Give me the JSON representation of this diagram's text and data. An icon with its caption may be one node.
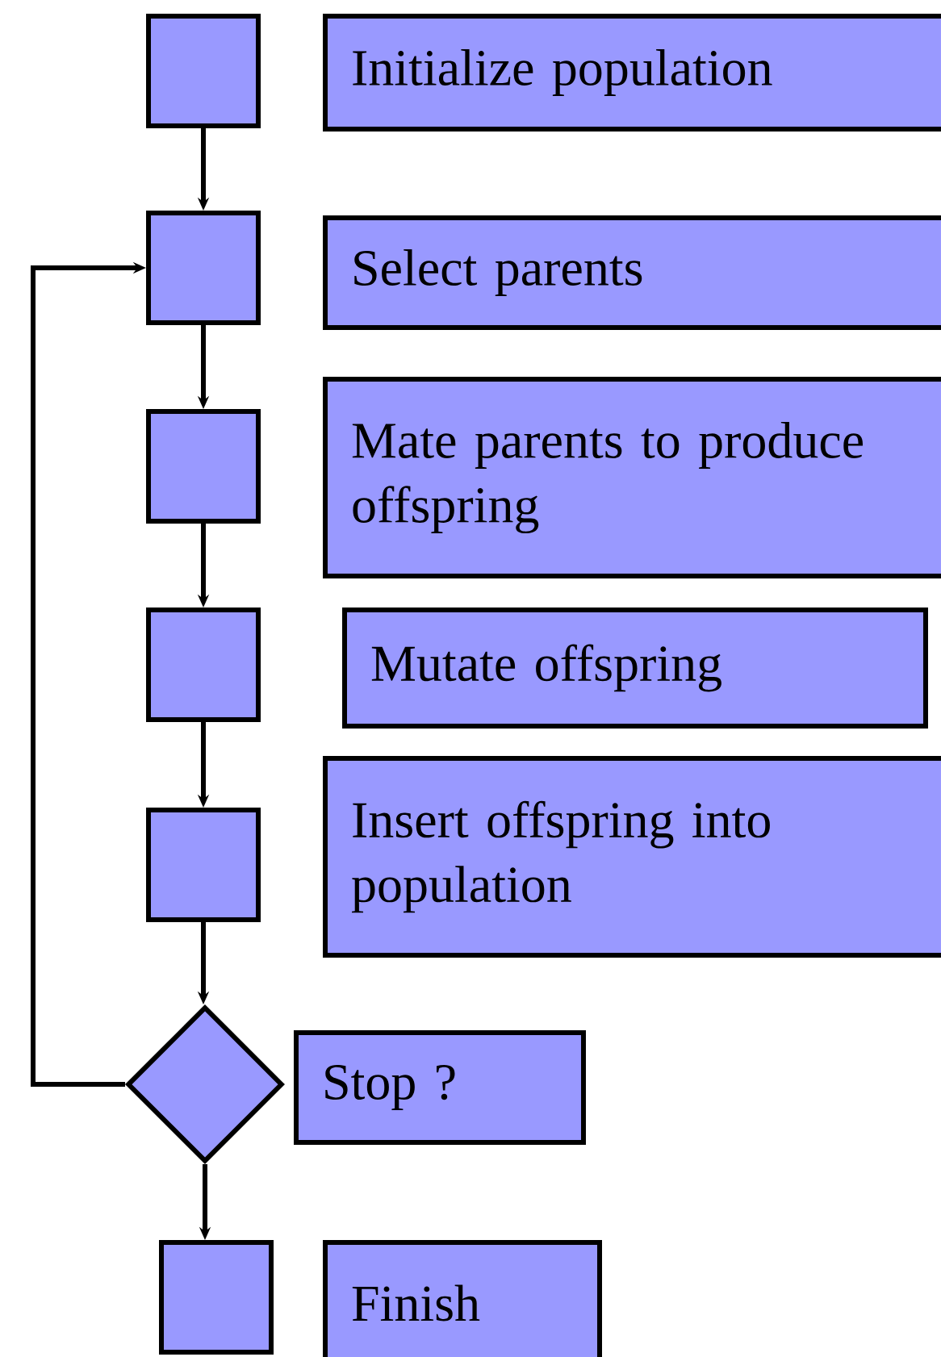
{
  "diagram": {
    "nodes": [
      {
        "text": [],
        "shape": "box"
      },
      {
        "text": [
          "Initialize population"
        ]
      },
      {
        "text": [],
        "shape": "box"
      },
      {
        "text": [
          "Select parents"
        ]
      },
      {
        "text": [],
        "shape": "box"
      },
      {
        "text": [
          "Mate parents to produce offspring"
        ]
      },
      {
        "text": [],
        "shape": "box"
      },
      {
        "text": [
          "Mutate offspring"
        ]
      },
      {
        "text": [],
        "shape": "box"
      },
      {
        "text": [
          "Insert offspring into population"
        ]
      },
      {
        "text": [],
        "shape": "diamond"
      },
      {
        "text": [
          "Stop ?"
        ]
      },
      {
        "text": [],
        "shape": "box"
      },
      {
        "text": [
          "Finish"
        ]
      }
    ],
    "edges": [
      {
        "from": 0,
        "to": 2,
        "arrow": "to"
      },
      {
        "from": 2,
        "to": 4,
        "arrow": "to"
      },
      {
        "from": 4,
        "to": 6,
        "arrow": "to"
      },
      {
        "from": 6,
        "to": 8,
        "arrow": "to"
      },
      {
        "from": 8,
        "to": 10,
        "arrow": "to"
      },
      {
        "from": 10,
        "to": 2,
        "arrow": "to"
      },
      {
        "from": 10,
        "to": 12,
        "arrow": "to"
      }
    ]
  }
}
